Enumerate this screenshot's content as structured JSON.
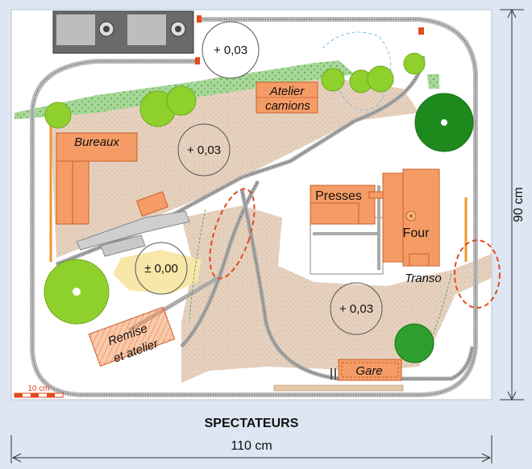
{
  "labels": {
    "atelier_line1": "Atelier",
    "atelier_line2": "camions",
    "bureaux": "Bureaux",
    "presses": "Presses",
    "four": "Four",
    "transo": "Transo",
    "remise_line1": "Remise",
    "remise_line2": "et atelier",
    "gare": "Gare"
  },
  "heights": {
    "top": "+ 0,03",
    "middle": "+ 0,03",
    "left": "± 0,00",
    "right": "+ 0,03"
  },
  "scale_bar": "10 cm",
  "dimensions": {
    "width": "110 cm",
    "height": "90 cm"
  },
  "spectators": "SPECTATEURS",
  "colors": {
    "background": "#dde6f2",
    "board": "#ffffff",
    "ground": "#ecdcce",
    "building": "#f59c66",
    "building_border": "#c8602a",
    "track_rail": "#3a3a3a",
    "tree_light": "#8fd12c",
    "tree_dark": "#1e8a1e",
    "hedge": "#8cc87a",
    "marker_red": "#e34a1f"
  }
}
